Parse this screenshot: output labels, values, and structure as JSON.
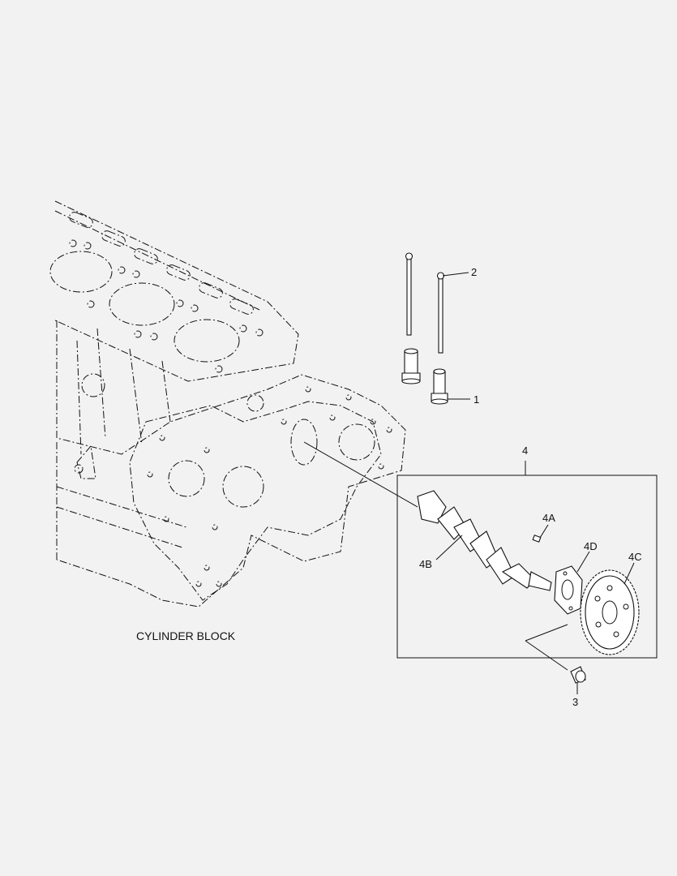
{
  "diagram": {
    "caption": "CYLINDER BLOCK",
    "callouts": {
      "c1": "1",
      "c2": "2",
      "c3": "3",
      "c4": "4",
      "c4a": "4A",
      "c4b": "4B",
      "c4c": "4C",
      "c4d": "4D"
    }
  },
  "colors": {
    "background": "#f2f2f2",
    "line": "#111111"
  }
}
